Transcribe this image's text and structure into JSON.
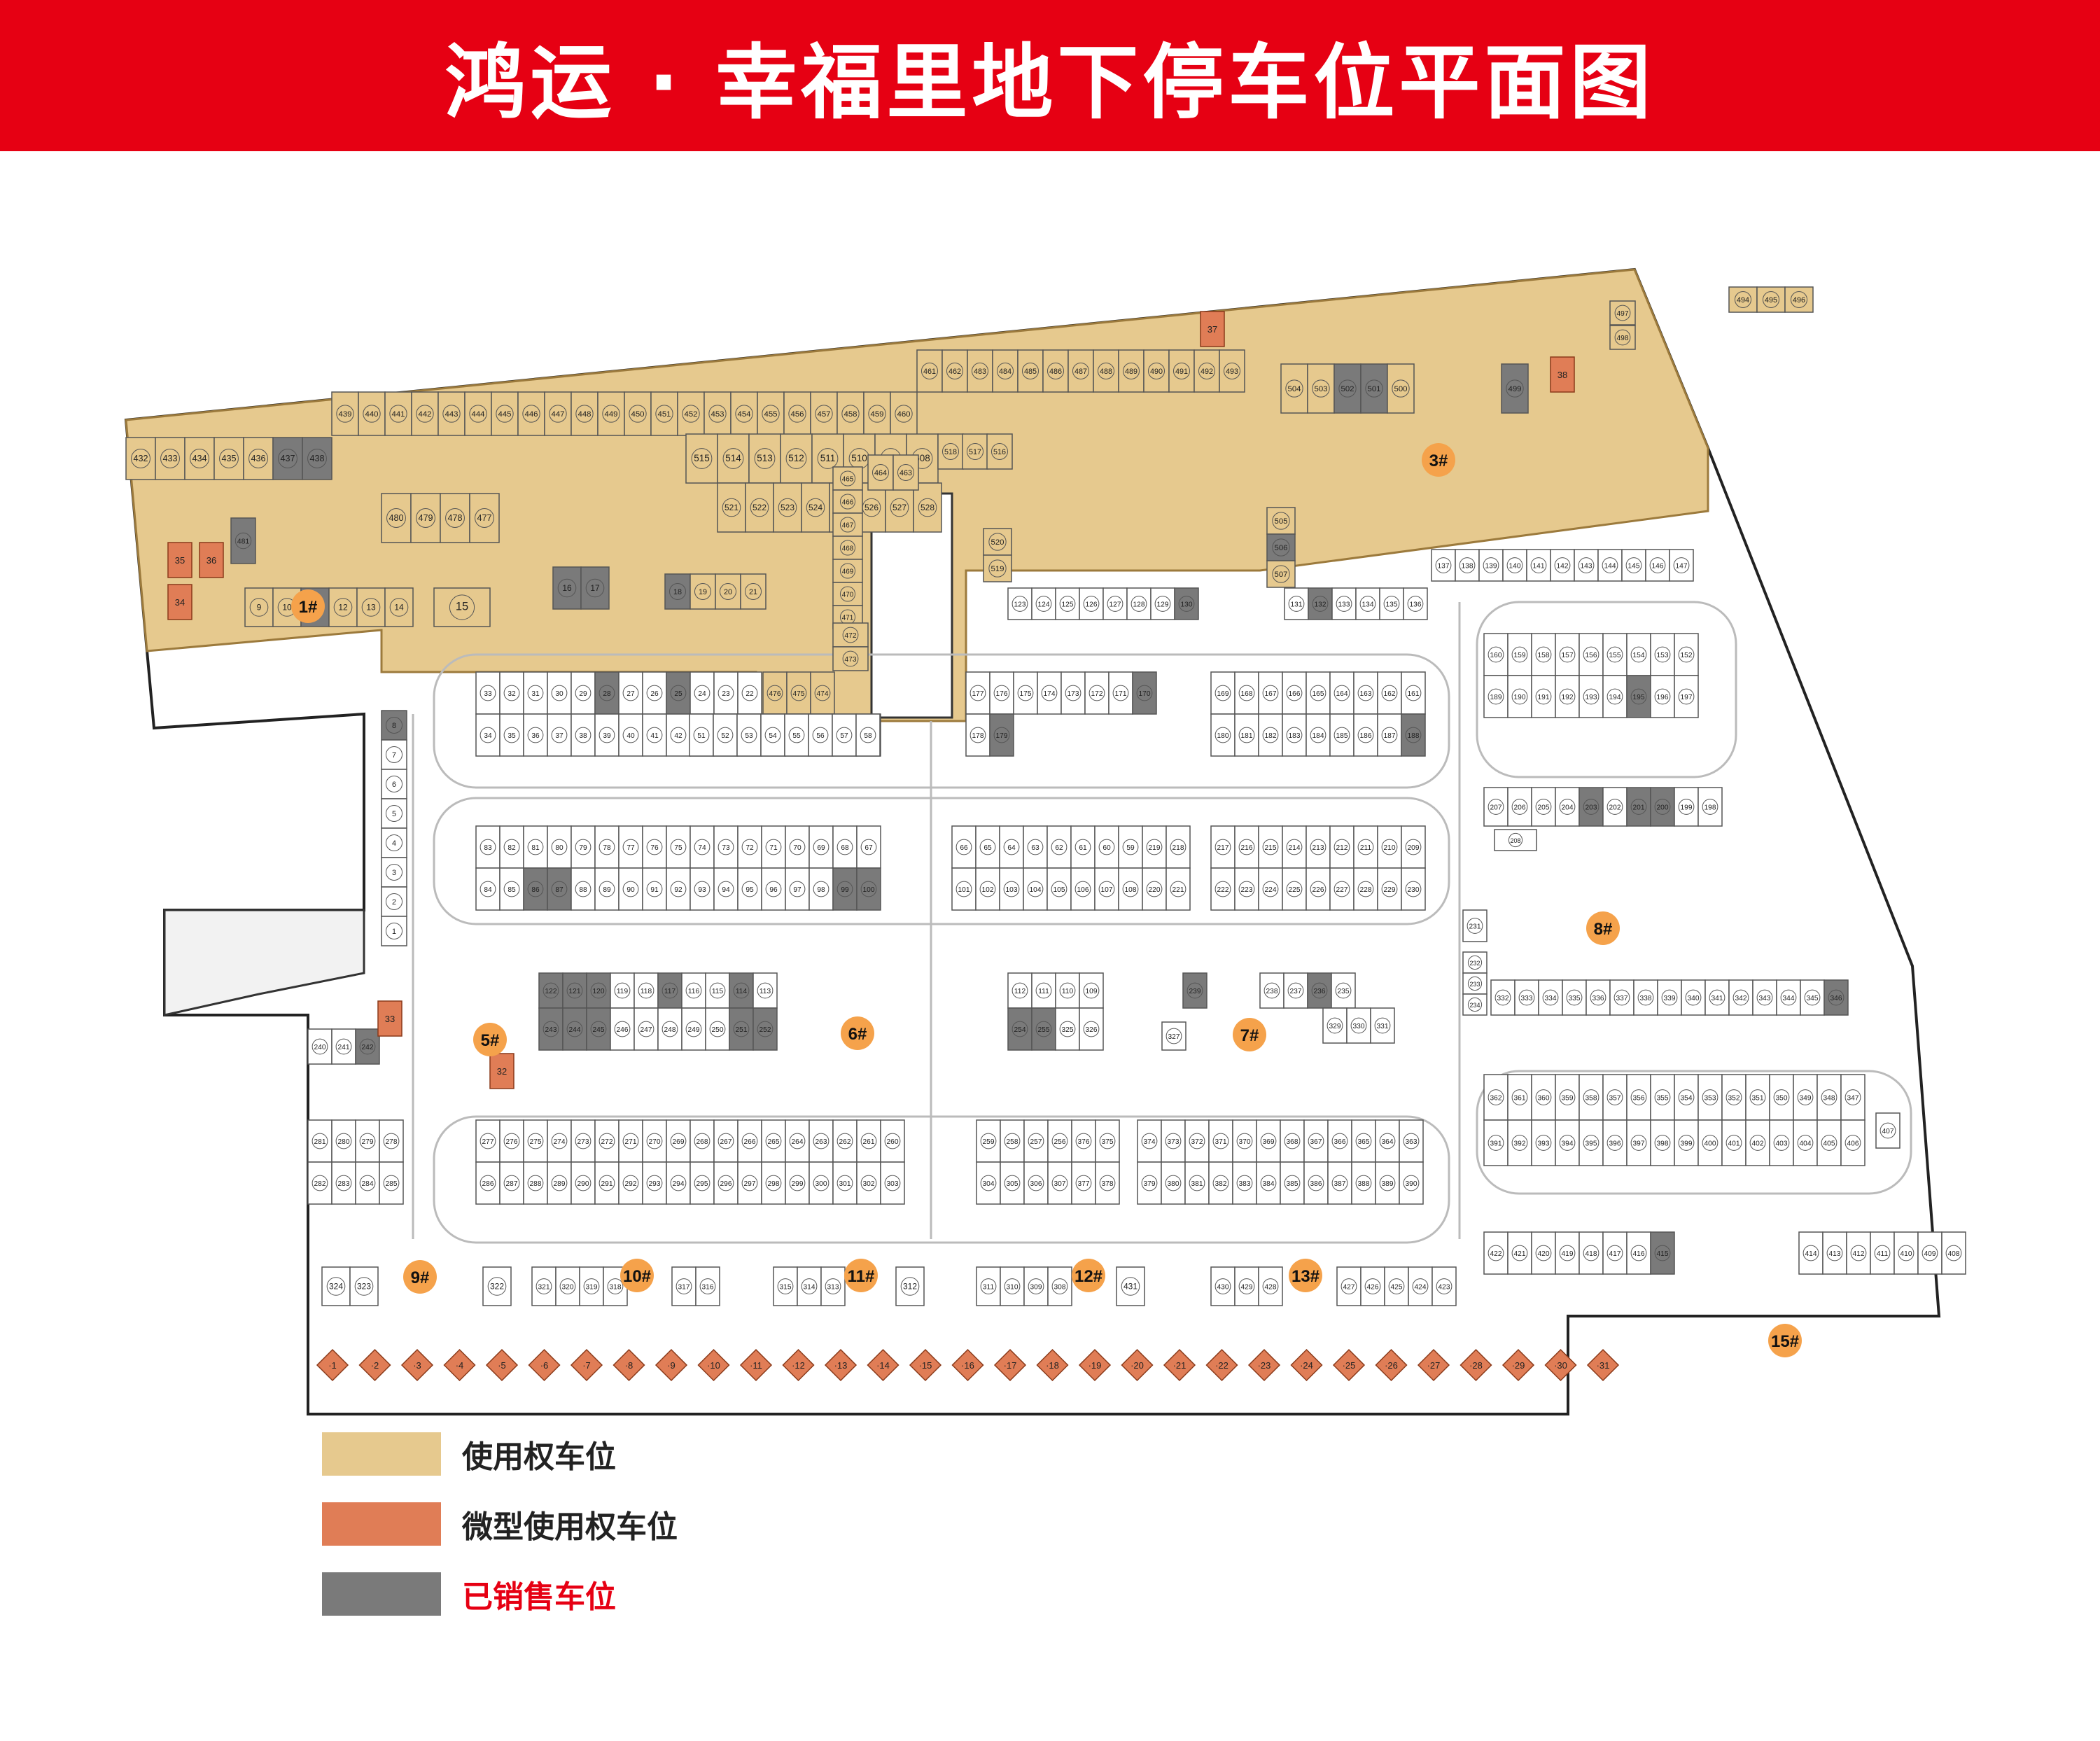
{
  "title": "鸿运 · 幸福里地下停车位平面图",
  "colors": {
    "banner": "#e60013",
    "use_right": "#e6c98e",
    "micro": "#e07d56",
    "sold": "#7a7a7a",
    "spot_border": "#555555",
    "road": "#bbbbbb",
    "bldg_marker": "#f5a24b"
  },
  "legend": [
    {
      "label": "使用权车位",
      "color": "#e6c98e",
      "text_color": "#222222"
    },
    {
      "label": "微型使用权车位",
      "color": "#e07d56",
      "text_color": "#222222"
    },
    {
      "label": "已销售车位",
      "color": "#7a7a7a",
      "text_color": "#e60013"
    }
  ],
  "buildings": [
    "1#",
    "3#",
    "5#",
    "6#",
    "7#",
    "8#",
    "9#",
    "10#",
    "11#",
    "12#",
    "13#",
    "15#"
  ],
  "sold_spots": [
    437,
    438,
    481,
    11,
    16,
    17,
    18,
    28,
    25,
    130,
    132,
    170,
    179,
    188,
    8,
    86,
    87,
    99,
    100,
    122,
    121,
    120,
    117,
    243,
    244,
    245,
    114,
    251,
    252,
    239,
    254,
    255,
    236,
    242,
    203,
    201,
    200,
    195,
    346,
    415,
    502,
    499,
    501,
    506
  ],
  "micro_spots": [
    "35",
    "36",
    "34",
    "37",
    "38",
    "33",
    "32",
    "1",
    "2",
    "3",
    "4",
    "5",
    "6",
    "7",
    "8",
    "9",
    "10",
    "11",
    "12",
    "13",
    "14",
    "15",
    "16",
    "17",
    "18",
    "19",
    "20",
    "21",
    "22",
    "23",
    "24",
    "25",
    "26",
    "27",
    "28",
    "29",
    "30",
    "31"
  ]
}
